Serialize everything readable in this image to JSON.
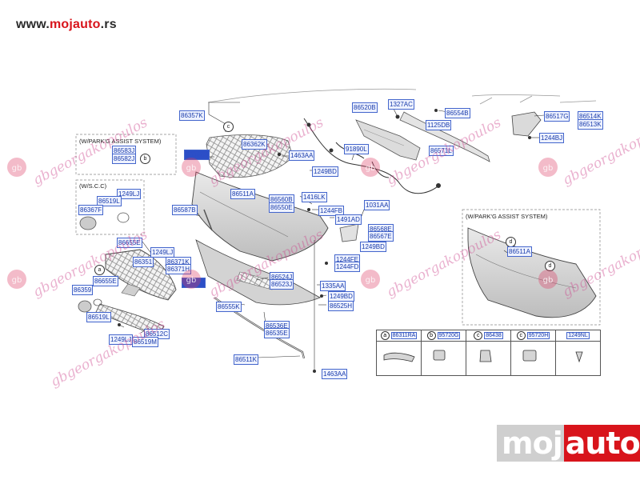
{
  "site_url": {
    "prefix": "www.",
    "brand": "mojauto",
    "suffix": ".rs"
  },
  "watermark_text": "gbgeorgakopoulos",
  "logo": {
    "part1": "moj",
    "part2": "auto"
  },
  "notes": {
    "park_assist_left": "(W/PARK'G ASSIST SYSTEM)",
    "park_assist_right": "(W/PARK'G ASSIST SYSTEM)",
    "scc": "(W/S.C.C)"
  },
  "callouts": {
    "a": "a",
    "b": "b",
    "c": "c",
    "d": "d"
  },
  "parts": [
    {
      "id": "86357K",
      "text": "86357K"
    },
    {
      "id": "86520B",
      "text": "86520B"
    },
    {
      "id": "1327AC",
      "text": "1327AC"
    },
    {
      "id": "86554B",
      "text": "86554B"
    },
    {
      "id": "1125DB",
      "text": "1125DB"
    },
    {
      "id": "86571L",
      "text": "86571L"
    },
    {
      "id": "86517G",
      "text": "86517G"
    },
    {
      "id": "86514K",
      "text": "86514K"
    },
    {
      "id": "86513K",
      "text": "86513K"
    },
    {
      "id": "1244BJ",
      "text": "1244BJ"
    },
    {
      "id": "86583J",
      "text": "86583J"
    },
    {
      "id": "86582J",
      "text": "86582J"
    },
    {
      "id": "86362K",
      "text": "86362K"
    },
    {
      "id": "1463AA_top",
      "text": "1463AA"
    },
    {
      "id": "91890L",
      "text": "91890L"
    },
    {
      "id": "1249BD_top",
      "text": "1249BD"
    },
    {
      "id": "1249LJ_top",
      "text": "1249LJ"
    },
    {
      "id": "86519L_top",
      "text": "86519L"
    },
    {
      "id": "86367F",
      "text": "86367F"
    },
    {
      "id": "86511A",
      "text": "86511A"
    },
    {
      "id": "86560B",
      "text": "86560B"
    },
    {
      "id": "86550E",
      "text": "86550E"
    },
    {
      "id": "1416LK",
      "text": "1416LK"
    },
    {
      "id": "1031AA",
      "text": "1031AA"
    },
    {
      "id": "86587B",
      "text": "86587B"
    },
    {
      "id": "1244FB",
      "text": "1244FB"
    },
    {
      "id": "1491AD",
      "text": "1491AD"
    },
    {
      "id": "86568E",
      "text": "86568E"
    },
    {
      "id": "86567E",
      "text": "86567E"
    },
    {
      "id": "1249BD_mid",
      "text": "1249BD"
    },
    {
      "id": "86655E",
      "text": "86655E"
    },
    {
      "id": "1249LJ_mid",
      "text": "1249LJ"
    },
    {
      "id": "86351",
      "text": "86351"
    },
    {
      "id": "86371K",
      "text": "86371K"
    },
    {
      "id": "86371H",
      "text": "86371H"
    },
    {
      "id": "1244FE",
      "text": "1244FE"
    },
    {
      "id": "1244FD",
      "text": "1244FD"
    },
    {
      "id": "86655E_b",
      "text": "86655E"
    },
    {
      "id": "86524J",
      "text": "86524J"
    },
    {
      "id": "86523J",
      "text": "86523J"
    },
    {
      "id": "1335AA",
      "text": "1335AA"
    },
    {
      "id": "86359",
      "text": "86359"
    },
    {
      "id": "1249BD_low",
      "text": "1249BD"
    },
    {
      "id": "86525H",
      "text": "86525H"
    },
    {
      "id": "86555K",
      "text": "86555K"
    },
    {
      "id": "86519L_low",
      "text": "86519L"
    },
    {
      "id": "86536E",
      "text": "86536E"
    },
    {
      "id": "86535E",
      "text": "86535E"
    },
    {
      "id": "1249LJ_low",
      "text": "1249LJ"
    },
    {
      "id": "86512C",
      "text": "86512C"
    },
    {
      "id": "86519M",
      "text": "86519M"
    },
    {
      "id": "86511K",
      "text": "86511K"
    },
    {
      "id": "1463AA_bot",
      "text": "1463AA"
    },
    {
      "id": "86511A_r",
      "text": "86511A"
    }
  ],
  "parts_table": [
    {
      "circle": "a",
      "part": "86311RA"
    },
    {
      "circle": "b",
      "part": "95720G"
    },
    {
      "circle": "c",
      "part": "86438"
    },
    {
      "circle": "c",
      "part": "95720H"
    },
    {
      "circle": "",
      "part": "1249NL"
    }
  ],
  "colors": {
    "label_border": "#4466cc",
    "label_text": "#1a3caa",
    "brand_red": "#d8141b",
    "watermark": "#cd468c"
  }
}
